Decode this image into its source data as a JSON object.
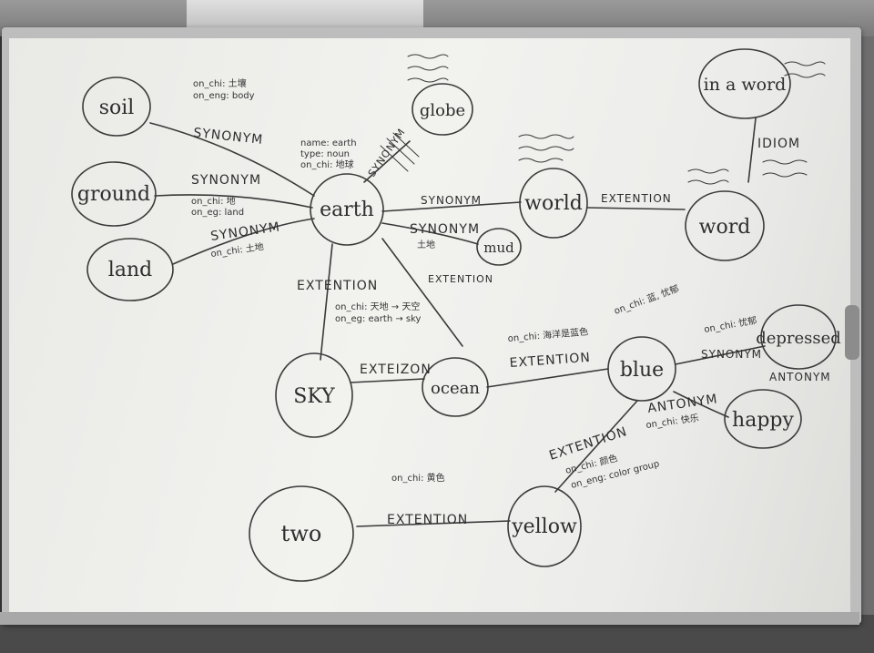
{
  "nodes": {
    "soil": "soil",
    "ground": "ground",
    "land": "land",
    "earth": "earth",
    "globe": "globe",
    "world": "world",
    "mud": "mud",
    "in_a_word": "in a word",
    "word": "word",
    "sky": "SKY",
    "ocean": "ocean",
    "blue": "blue",
    "depressed": "depressed",
    "happy": "happy",
    "two": "two",
    "yellow": "yellow"
  },
  "relations": {
    "soil_earth": "SYNONYM",
    "ground_earth": "SYNONYM",
    "land_earth": "SYNONYM",
    "earth_world": "SYNONYM",
    "earth_mud": "SYNONYM",
    "earth_sky": "EXTENTION",
    "earth_ocean": "EXTENTION",
    "world_word": "EXTENTION",
    "sky_ocean": "EXTEIZON",
    "ocean_blue": "EXTENTION",
    "blue_depressed": "SYNONYM",
    "blue_happy": "ANTONYM",
    "depressed_happy": "ANTONYM",
    "blue_yellow": "EXTENTION",
    "two_yellow": "EXTENTION",
    "in_a_word_word": "IDIOM",
    "earth_globe": "SYNONYM"
  },
  "notes": {
    "soil": [
      "on_chi: 土壤",
      "on_eng: body"
    ],
    "ground": [
      "on_chi: 地",
      "on_eg: land"
    ],
    "land": [
      "on_chi: 土地"
    ],
    "earth": [
      "name: earth",
      "type: noun",
      "on_chi: 地球"
    ],
    "mud": "土地",
    "sky": [
      "on_chi: 天地 → 天空",
      "on_eg: earth → sky"
    ],
    "ocean_blue": "on_chi: 海洋是蓝色",
    "blue": "on_chi: 蓝, 忧郁",
    "depressed": "on_chi: 忧郁",
    "happy": "on_chi: 快乐",
    "yellow": [
      "on_chi: 颜色",
      "on_eng: color group"
    ],
    "two_yellow": "on_chi: 黄色"
  },
  "colors": {
    "board": "#efefec",
    "ink": "#3a3a3a",
    "frame": "#bdbdbd"
  }
}
